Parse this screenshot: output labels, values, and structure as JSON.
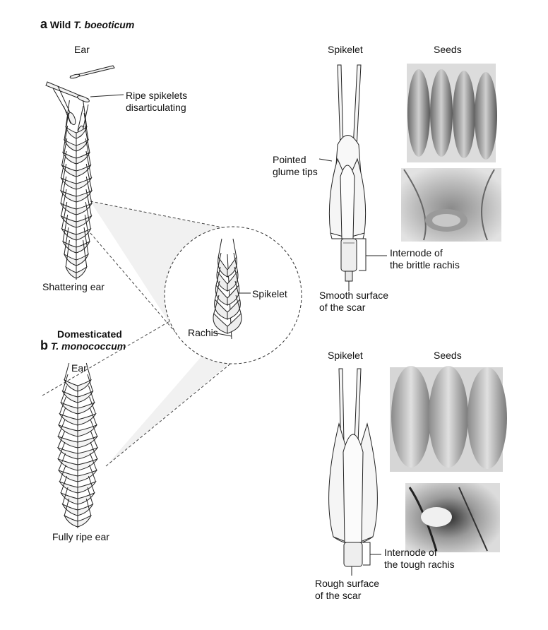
{
  "panel_a": {
    "letter": "a",
    "title_prefix": "Wild ",
    "title_species": "T. boeoticum",
    "ear_label": "Ear",
    "spikelet_header": "Spikelet",
    "seeds_header": "Seeds",
    "ripe_spikelets_line1": "Ripe spikelets",
    "ripe_spikelets_line2": "disarticulating",
    "shattering_ear": "Shattering ear",
    "pointed_line1": "Pointed",
    "pointed_line2": "glume tips",
    "internode_line1": "Internode of",
    "internode_line2": "the brittle rachis",
    "scar_line1": "Smooth surface",
    "scar_line2": "of the scar"
  },
  "inset": {
    "spikelet": "Spikelet",
    "rachis": "Rachis"
  },
  "panel_b": {
    "letter": "b",
    "title_line1": "Domesticated",
    "title_species": "T. monococcum",
    "ear_label": "Ear",
    "fully_ripe_ear": "Fully ripe ear",
    "spikelet_header": "Spikelet",
    "seeds_header": "Seeds",
    "internode_line1": "Internode of",
    "internode_line2": "the tough rachis",
    "scar_line1": "Rough surface",
    "scar_line2": "of the scar"
  }
}
